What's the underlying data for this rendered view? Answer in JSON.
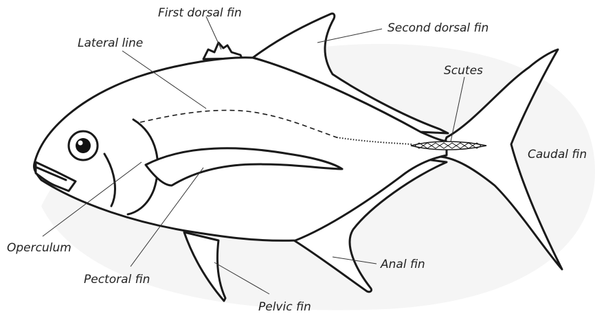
{
  "labels": {
    "first_dorsal_fin": "First dorsal fin",
    "second_dorsal_fin": "Second dorsal fin",
    "lateral_line": "Lateral line",
    "scutes": "Scutes",
    "caudal_fin": "Caudal fin",
    "operculum": "Operculum",
    "pectoral_fin": "Pectoral fin",
    "pelvic_fin": "Pelvic fin",
    "anal_fin": "Anal fin"
  },
  "colors": {
    "outline": "#1a1a1a",
    "watermark": "#f3f3f3"
  }
}
